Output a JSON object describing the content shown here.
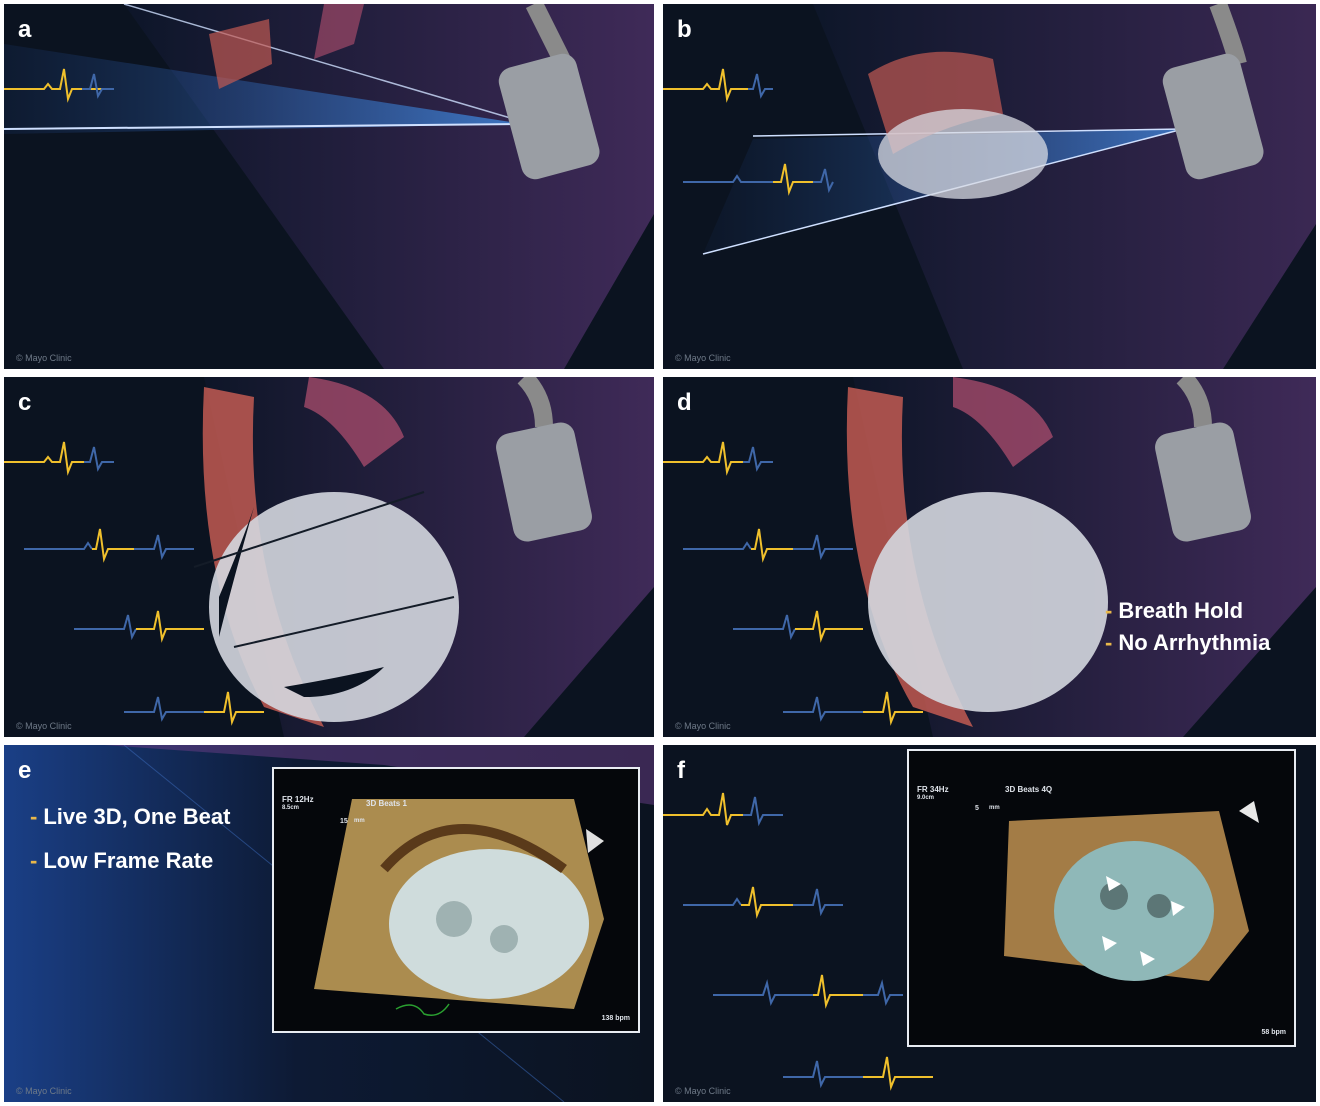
{
  "panels": [
    {
      "label": "a",
      "credit": "© Mayo Clinic"
    },
    {
      "label": "b",
      "credit": "© Mayo Clinic"
    },
    {
      "label": "c",
      "credit": "© Mayo Clinic"
    },
    {
      "label": "d",
      "credit": "© Mayo Clinic",
      "bullets": [
        "Breath Hold",
        "No Arrhythmia"
      ]
    },
    {
      "label": "e",
      "credit": "© Mayo Clinic",
      "bullets": [
        "Live 3D, One Beat",
        "Low Frame Rate"
      ],
      "inset": {
        "fr": "FR 12Hz",
        "depth": "8.5cm",
        "mode": "3D Beats 1",
        "scale": "15",
        "unit": "mm",
        "bpm": "138 bpm"
      }
    },
    {
      "label": "f",
      "credit": "© Mayo Clinic",
      "inset": {
        "fr": "FR 34Hz",
        "depth": "9.0cm",
        "mode": "3D Beats 4Q",
        "scale": "5",
        "unit": "mm",
        "bpm": "58 bpm"
      }
    }
  ],
  "colors": {
    "ecg_active": "#f0c02c",
    "ecg_inactive": "#3f67a8",
    "wall_red": "#c9564c",
    "purple": "#7a3e8a",
    "beam_blue": "#2f5fa8"
  }
}
